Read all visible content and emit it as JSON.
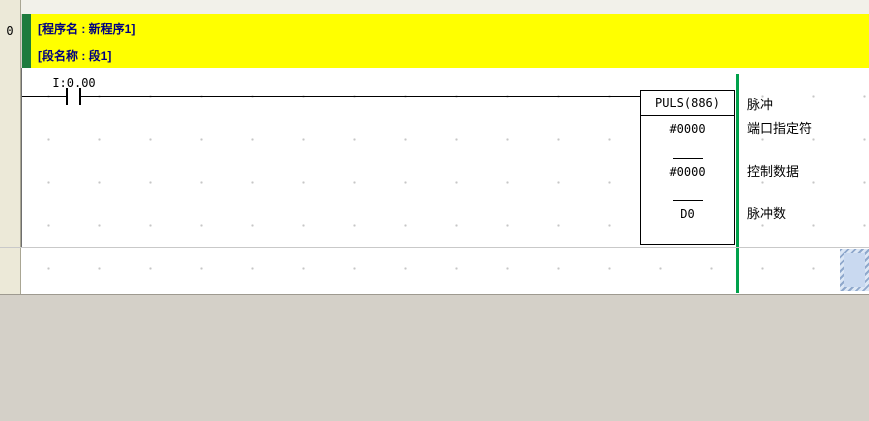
{
  "editor": {
    "rung_number": "0",
    "banner": {
      "program_line": "[程序名 : 新程序1]",
      "section_line": "[段名称 : 段1]"
    },
    "rung": {
      "contact_label": "I:0.00",
      "instruction": {
        "header": "PULS(886)",
        "operands": [
          "#0000",
          "#0000",
          "D0"
        ]
      },
      "side_labels": [
        "脉冲",
        "端口指定符",
        "控制数据",
        "脉冲数"
      ]
    },
    "colors": {
      "banner_bg": "#FFFF00",
      "banner_accent": "#1E7B3E",
      "right_bus_green": "#00A14B",
      "selection_fill": "#C9D9F0",
      "margin_bg": "#ECE9D8",
      "app_bg": "#D4D0C8"
    }
  }
}
